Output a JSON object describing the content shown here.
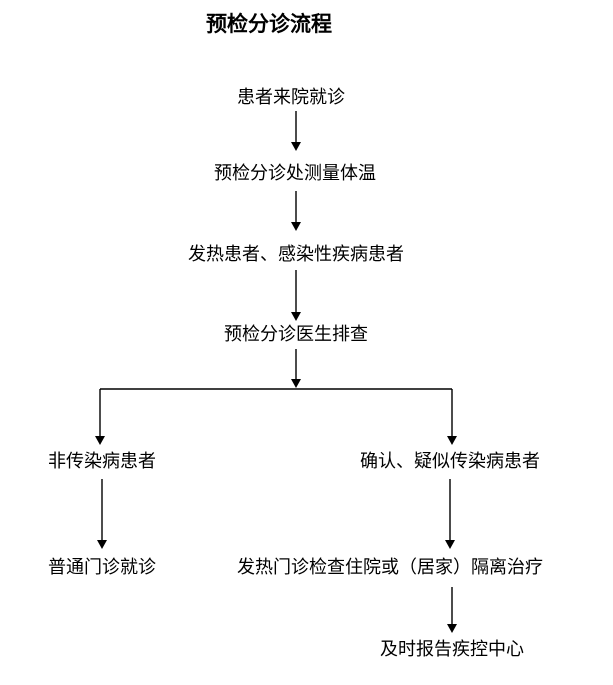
{
  "title": "预检分诊流程",
  "nodes": {
    "arrival": "患者来院就诊",
    "temperature_check": "预检分诊处测量体温",
    "fever_infectious": "发热患者、感染性疾病患者",
    "doctor_screening": "预检分诊医生排查",
    "non_infectious": "非传染病患者",
    "confirmed_suspected": "确认、疑似传染病患者",
    "general_outpatient": "普通门诊就诊",
    "fever_clinic_isolation": "发热门诊检查住院或（居家）隔离治疗",
    "report_cdc": "及时报告疾控中心"
  },
  "edges": [
    {
      "from": "arrival",
      "to": "temperature_check"
    },
    {
      "from": "temperature_check",
      "to": "fever_infectious"
    },
    {
      "from": "fever_infectious",
      "to": "doctor_screening"
    },
    {
      "from": "doctor_screening",
      "to": "non_infectious"
    },
    {
      "from": "doctor_screening",
      "to": "confirmed_suspected"
    },
    {
      "from": "non_infectious",
      "to": "general_outpatient"
    },
    {
      "from": "confirmed_suspected",
      "to": "fever_clinic_isolation"
    },
    {
      "from": "fever_clinic_isolation",
      "to": "report_cdc"
    }
  ]
}
